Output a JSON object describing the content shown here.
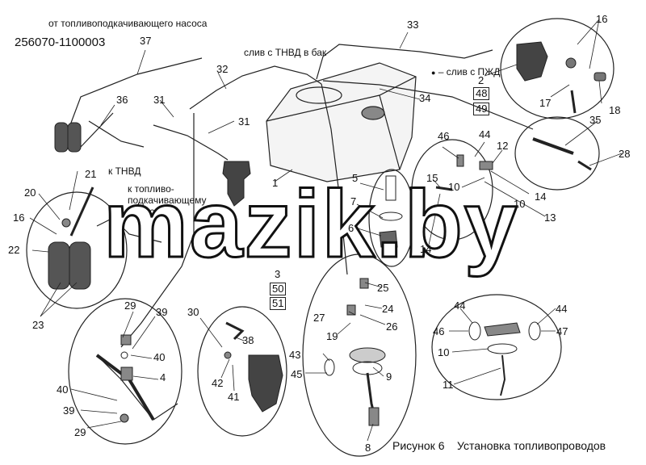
{
  "document": {
    "code": "256070-1100003",
    "caption_number": "Рисунок 6",
    "caption_title": "Установка топливопроводов",
    "watermark": "mazik.by"
  },
  "annotations": {
    "from_pump": "от топливоподкачивающего насоса",
    "drain_tank": "слив с ТНВД в бак",
    "drain_pzhd": "слив с ПЖД",
    "to_tnvd": "к ТНВД",
    "to_pump_1": "к топливо-",
    "to_pump_2": "подкачивающему",
    "to_pump_3": "насосу"
  },
  "callouts": [
    "1",
    "2",
    "3",
    "4",
    "5",
    "6",
    "7",
    "8",
    "9",
    "10",
    "10",
    "10",
    "11",
    "12",
    "13",
    "14",
    "14",
    "15",
    "16",
    "16",
    "17",
    "18",
    "19",
    "20",
    "21",
    "22",
    "23",
    "24",
    "25",
    "26",
    "27",
    "28",
    "29",
    "29",
    "30",
    "31",
    "31",
    "32",
    "33",
    "34",
    "35",
    "36",
    "37",
    "38",
    "39",
    "39",
    "40",
    "40",
    "41",
    "42",
    "43",
    "44",
    "44",
    "44",
    "45",
    "46",
    "46",
    "47",
    "48",
    "49",
    "50",
    "51"
  ]
}
